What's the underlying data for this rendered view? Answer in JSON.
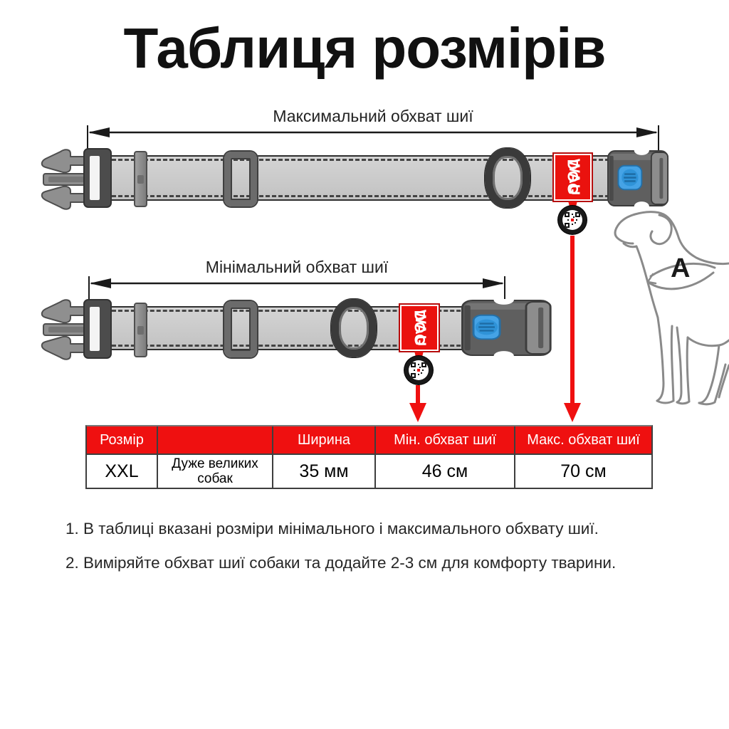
{
  "title": "Таблиця розмірів",
  "brand": {
    "line1": "WAU",
    "line2": "DOG"
  },
  "measurements": {
    "max_label": "Максимальний обхват шиї",
    "min_label": "Мінімальний обхват шиї"
  },
  "dog": {
    "neck_label": "A"
  },
  "table": {
    "headers": [
      "Розмір",
      "",
      "Ширина",
      "Мін. обхват шиї",
      "Макс. обхват шиї"
    ],
    "rows": [
      [
        "XXL",
        "Дуже великих собак",
        "35 мм",
        "46 см",
        "70 см"
      ]
    ]
  },
  "notes": [
    "1. В таблиці вказані розміри мінімального і максимального обхвату шиї.",
    "2. Виміряйте обхват шиї собаки та додайте 2-3 см для комфорту тварини."
  ],
  "colors": {
    "red": "#ef1010",
    "label_red": "#ea120e",
    "strap": "#c9c9c9",
    "blue": "#45a3e6",
    "ink": "#111111",
    "dogline": "#8a8a8a"
  }
}
